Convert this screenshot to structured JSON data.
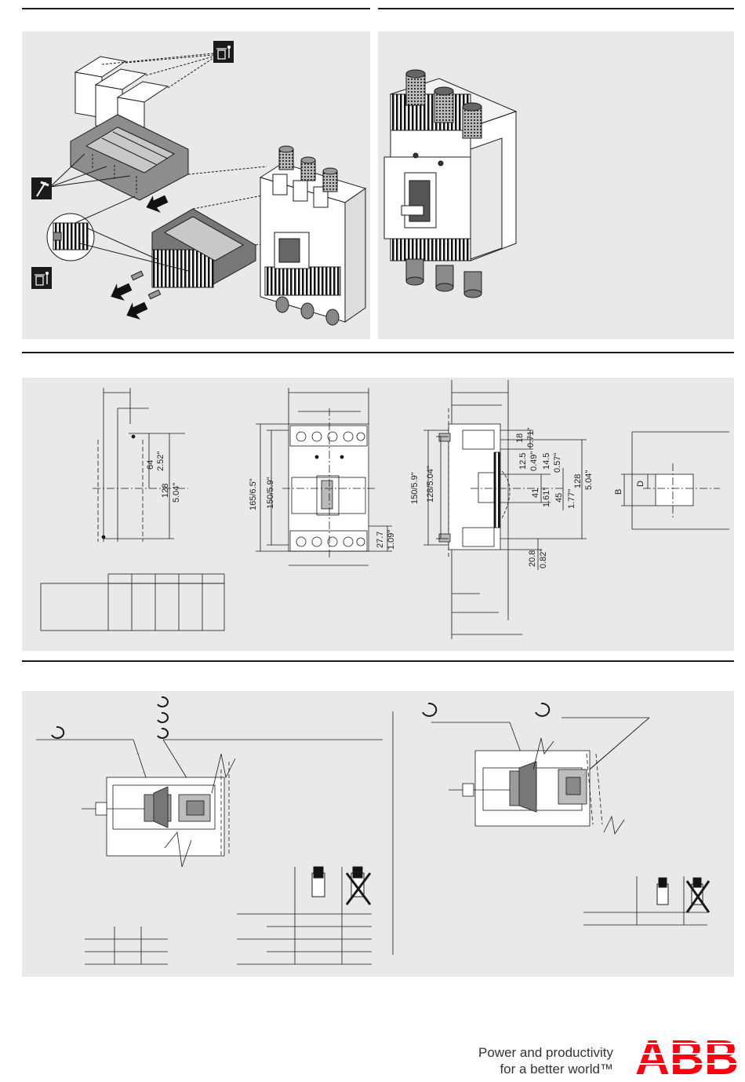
{
  "brand": {
    "slogan_line1": "Power and productivity",
    "slogan_line2": "for a better world™",
    "logo_text": "ABB",
    "logo_color": "#ff000f"
  },
  "colors": {
    "panel": "#e9e9e9",
    "line": "#1a1a1a",
    "shade": "#9a9a9a"
  },
  "icons": {
    "disposal": "trash-bin-icon",
    "tool": "hammer-icon",
    "torque": "torque-arrow-icon"
  },
  "dimensions": {
    "left": {
      "d64": "64",
      "d2_52": "2.52\"",
      "d128": "128",
      "d5_04": "5.04\""
    },
    "front": {
      "d165": "165/6.5\"",
      "d150": "150/5.9\"",
      "d27_7": "27.7",
      "d1_09": "1.09\"",
      "eq": "="
    },
    "side": {
      "d150": "150/5.9\"",
      "d128": "128/5.04\"",
      "d18": "18",
      "d0_71": "0.71\"",
      "d12_5": "12.5",
      "d0_49": "0.49\"",
      "d14_5": "14.5",
      "d0_57": "0.57\"",
      "d41": "41",
      "d1_61": "1.61\"",
      "d45": "45",
      "d1_77": "1.77\"",
      "d128b": "128",
      "d5_04": "5.04\"",
      "d20_8": "20.8",
      "d0_82": "0.82\""
    },
    "cutout": {
      "B": "B",
      "D": "D"
    }
  }
}
